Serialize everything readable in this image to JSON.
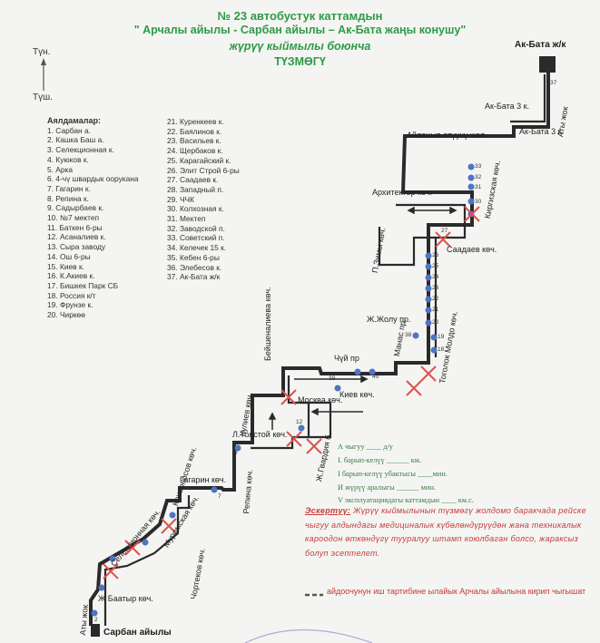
{
  "header": {
    "line1": "№ 23  автобустук каттамдын",
    "line2": "\" Арчалы айылы - Сарбан  айылы – Ак-Бата жаңы конушу\"",
    "line3": "жүрүү кыймылы боюнча",
    "line4": "ТҮЗМӨГҮ"
  },
  "compass": {
    "north": "Түн.",
    "south": "Түш."
  },
  "legend": {
    "title": "Аялдамалар:",
    "col1": [
      "1. Сарбан а.",
      "2. Кашка Баш а.",
      "3. Селекционная к.",
      "4. Куюков к.",
      "5. Арка",
      "6. 4-чү швардык оорукана",
      "7. Гагарин к.",
      "8. Репина к.",
      "9. Садырбаев к.",
      "10. №7 мектеп",
      "11. Баткен 6-ры",
      "12. Асаналиев к.",
      "13. Сыра заводу",
      "14. Ош 6-ры",
      "15. Киев к.",
      "16. К.Акиев к.",
      "17. Бишкек Парк СБ",
      "18. Россия к/т",
      "19. Фрунзе к.",
      "20. Чиркөө"
    ],
    "col2": [
      "21. Куренкеев к.",
      "22. Баялинов к.",
      "23. Васильев к.",
      "24. Щербаков к.",
      "25. Карагайский к.",
      "26. Элит Строй 6-ры",
      "27. Саадаев к.",
      "28. Западный п.",
      "29. ЧЧК",
      "30. Колхозная к.",
      "31. Мектеп",
      "32. Заводской п.",
      "33. Советский п.",
      "34. Келечек 15 к.",
      "35. Кебен 6-ры",
      "36. Элебесов к.",
      "37. Ак-Бата ж/к"
    ]
  },
  "streets": {
    "ak_bata_end": "Ак-Бата ж/к",
    "aty_jok_top": "Аты жок",
    "ak_bata_3a": "Ак-Бата 3 к.",
    "ak_bata_3b": "Ак-Бата 3 к.",
    "ailanyp": "Айланып өтүүчү жол",
    "kirgizskaya": "Киргизская көч.",
    "arhitektor": "Архитектор көч.",
    "zimy": "П.Зимы көч.",
    "saadaev": "Саадаев көч.",
    "toktogul": "Тоголок Молдо көч.",
    "zhzholu": "Ж.Жолу пр.",
    "manas": "Манас пр.",
    "chui": "Чүй пр",
    "beishenalieva": "Бейшеналиева көч.",
    "kulieva": "Кулиев көч.",
    "kiev": "Киев көч.",
    "moskva": "Москва көч.",
    "ltolstoy": "Л.Толстой көч.",
    "zhgvardiya": "Ж.Гвардия б.",
    "repina": "Репина көч.",
    "gagarin": "Гагарин көч.",
    "krivonos": "Кривоносов көч.",
    "muromskaya": "Муромская көч.",
    "selekcionnaya": "Селекционная көч.",
    "chortekov": "Чортеков көч.",
    "zhbaatyr": "Ж Баатыр көч.",
    "aty_jok_bottom": "Аты жок",
    "sarban_end": "Сарбан айылы"
  },
  "stop_numbers": {
    "n37": "37",
    "n33": "33",
    "n32": "32",
    "n31": "31",
    "n30": "30",
    "n27": "27",
    "n26": "26",
    "n25": "25",
    "n24": "24",
    "n23": "23",
    "n22": "22",
    "n21": "21",
    "n20": "20",
    "n19": "19",
    "n18": "18",
    "n38": "38",
    "n40": "40",
    "n39": "39",
    "n12": "12",
    "n9": "9",
    "n7": "7",
    "n2": "2"
  },
  "info": {
    "l1": "А чыгуу ____ д/у",
    "l2": "I. барып-келүү ______ км.",
    "l3": "I барып-келүү убактысы ____мин.",
    "l4": "И жүрүү аралыгы ______ мин.",
    "l5": "V эксплуатациядагы каттамдын ____ км.с."
  },
  "note": {
    "lead": "Эскертүү:",
    "text": " Жүрүү кыймылынын түзмөгү жолдомо баракчада рейске чыгуу алдындагы медициналык күбөлөндүрүүдөн жана техникалык кароодон өткөндүгү тууралуу штамп коюлбаган болсо, жараксыз болуп эсептелет."
  },
  "footnote": "айдоочунун иш тартибине ылайык Арчалы айылына кирип чыгышат",
  "colors": {
    "route": "#2a2a2a",
    "title": "#2f9a48",
    "stop": "#4f74c4",
    "cross": "#d9534f",
    "note": "#c63a3a"
  }
}
